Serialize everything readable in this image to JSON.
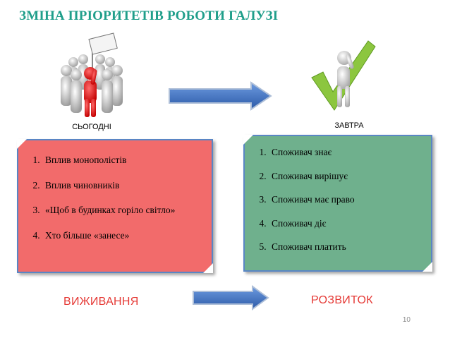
{
  "slide": {
    "title": "ЗМІНА ПРІОРИТЕТІВ РОБОТИ ГАЛУЗІ",
    "today_label": "СЬОГОДНІ",
    "tomorrow_label": "ЗАВТРА",
    "today_items": [
      "Вплив монополістів",
      "Вплив чиновників",
      "«Щоб в будинках горіло світло»",
      "Хто більше «занесе»"
    ],
    "tomorrow_items": [
      "Споживач знає",
      "Споживач вирішує",
      "Споживач має право",
      "Споживач діє",
      "Споживач платить"
    ],
    "bottom_left_label": "ВИЖИВАННЯ",
    "bottom_right_label": "РОЗВИТОК",
    "page_number": "10"
  },
  "colors": {
    "title": "#1f9e8a",
    "left_box": "#f26b6b",
    "right_box": "#6fb08d",
    "arrow": "#3b6fc4",
    "bottom_labels": "#e53935",
    "check_mark": "#8cc63f"
  },
  "icons": {
    "today": "crowd-with-red-leader-sign-icon",
    "tomorrow": "figure-with-checkmark-icon",
    "arrows": "right-arrow-icon"
  }
}
